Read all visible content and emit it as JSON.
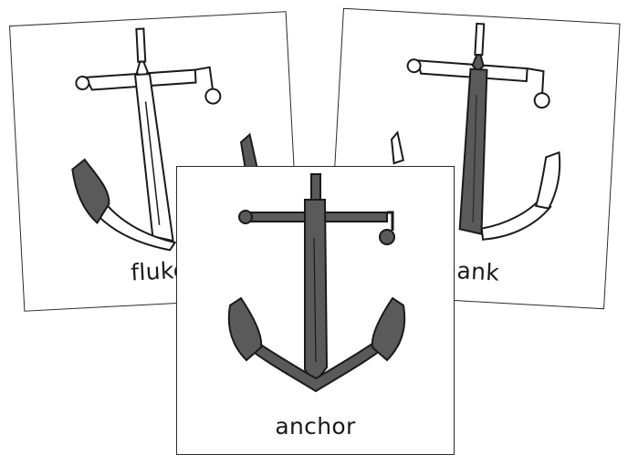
{
  "cards": [
    {
      "id": "fluke",
      "label": "fluke",
      "highlighted_part": "fluke"
    },
    {
      "id": "shank",
      "label": "shank",
      "highlighted_part": "shank"
    },
    {
      "id": "anchor",
      "label": "anchor",
      "highlighted_part": "whole"
    }
  ],
  "colors": {
    "highlight": "#5a5a5a",
    "outline": "#1a1a1a",
    "card_border": "#2b2b2b",
    "background": "#ffffff"
  }
}
